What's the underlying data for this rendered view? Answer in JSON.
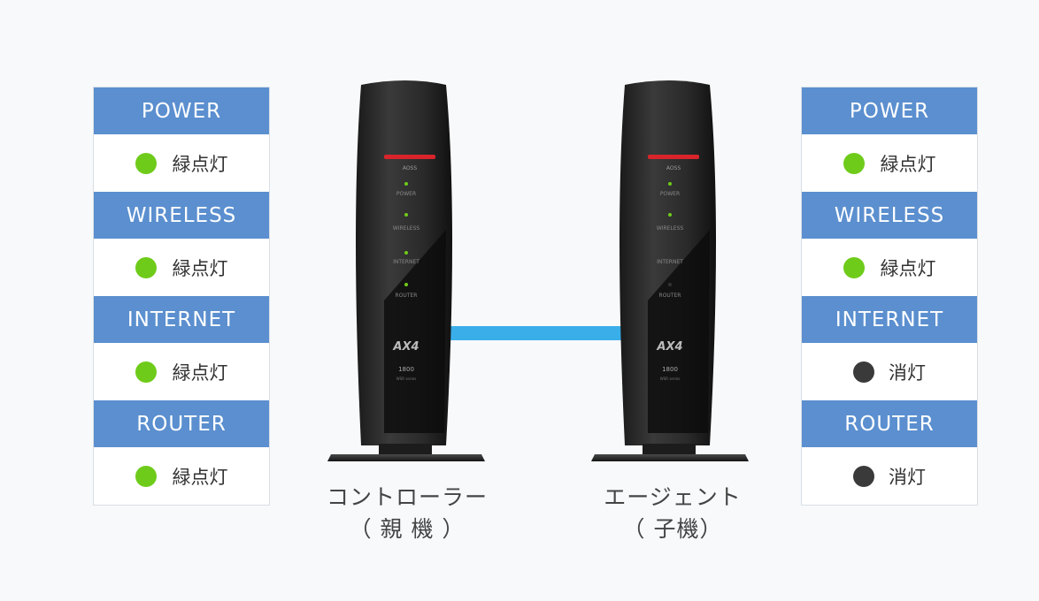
{
  "colors": {
    "header_bg": "#5b8fcf",
    "led_on": "#6fcb1a",
    "led_off": "#3a3a3a",
    "cable": "#3aaee9"
  },
  "left_panel": {
    "items": [
      {
        "label": "POWER",
        "status": "緑点灯",
        "state": "on"
      },
      {
        "label": "WIRELESS",
        "status": "緑点灯",
        "state": "on"
      },
      {
        "label": "INTERNET",
        "status": "緑点灯",
        "state": "on"
      },
      {
        "label": "ROUTER",
        "status": "緑点灯",
        "state": "on"
      }
    ]
  },
  "right_panel": {
    "items": [
      {
        "label": "POWER",
        "status": "緑点灯",
        "state": "on"
      },
      {
        "label": "WIRELESS",
        "status": "緑点灯",
        "state": "on"
      },
      {
        "label": "INTERNET",
        "status": "消灯",
        "state": "off"
      },
      {
        "label": "ROUTER",
        "status": "消灯",
        "state": "off"
      }
    ]
  },
  "device": {
    "brand": "AX4",
    "model": "1800",
    "series": "WSR series",
    "leds": [
      "POWER",
      "WIRELESS",
      "INTERNET",
      "ROUTER"
    ],
    "top_label": "AOSS"
  },
  "controller": {
    "line1": "コントローラー",
    "line2": "（ 親 機 ）"
  },
  "agent": {
    "line1": "エージェント",
    "line2": "（ 子機）"
  }
}
